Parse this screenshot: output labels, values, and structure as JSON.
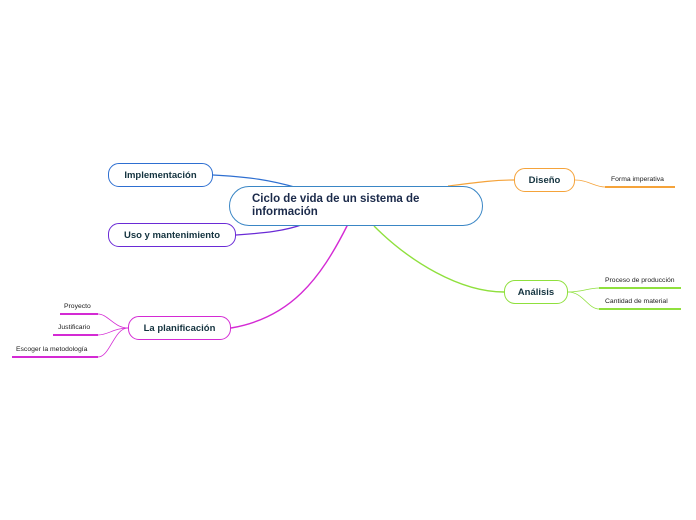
{
  "root": {
    "title": "Ciclo de vida de un sistema de información"
  },
  "branches": [
    {
      "id": "impl",
      "label": "Implementación",
      "color": "#2e6fd1",
      "leaves": []
    },
    {
      "id": "uso",
      "label": "Uso y mantenimiento",
      "color": "#6a2bd6",
      "leaves": []
    },
    {
      "id": "plan",
      "label": "La planificación",
      "color": "#d42ad4",
      "leaves": [
        "Proyecto",
        "Justificario",
        "Escoger la metodología"
      ]
    },
    {
      "id": "dis",
      "label": "Diseño",
      "color": "#f5a33a",
      "leaves": [
        "Forma imperativa"
      ]
    },
    {
      "id": "ana",
      "label": "Análisis",
      "color": "#8fe03d",
      "leaves": [
        "Proceso de producción",
        "Cantidad de material"
      ]
    }
  ]
}
